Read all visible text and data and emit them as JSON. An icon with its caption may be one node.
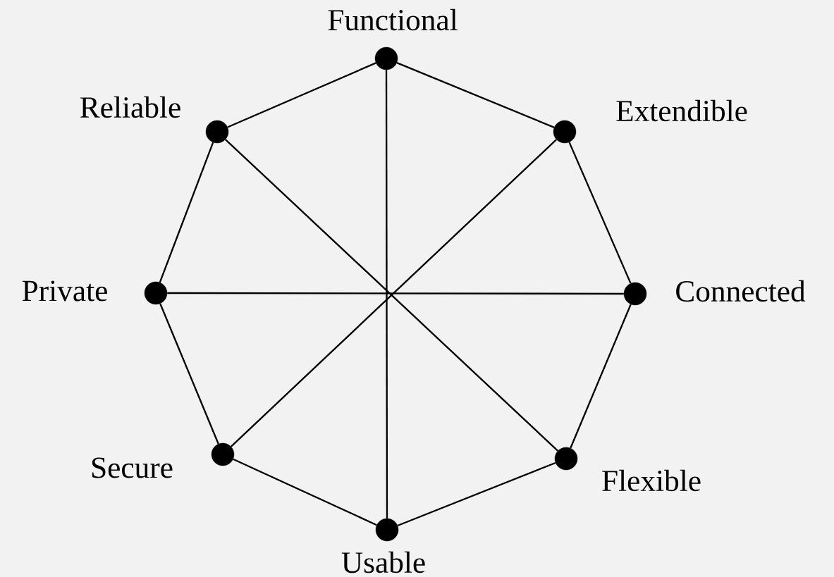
{
  "diagram": {
    "nodes": [
      {
        "text": [],
        "shape": "circle",
        "beside": [
          "Functional"
        ]
      },
      {
        "text": [],
        "shape": "circle",
        "beside": [
          "Extendible"
        ]
      },
      {
        "text": [],
        "shape": "circle",
        "beside": [
          "Connected"
        ]
      },
      {
        "text": [],
        "shape": "circle",
        "beside": [
          "Flexible"
        ]
      },
      {
        "text": [],
        "shape": "circle",
        "beside": [
          "Usable"
        ]
      },
      {
        "text": [],
        "shape": "circle",
        "beside": [
          "Secure"
        ]
      },
      {
        "text": [],
        "shape": "circle",
        "beside": [
          "Private"
        ]
      },
      {
        "text": [],
        "shape": "circle",
        "beside": [
          "Reliable"
        ]
      }
    ],
    "edges": [
      {
        "from": 0,
        "to": 1,
        "arrow": "none"
      },
      {
        "from": 1,
        "to": 2,
        "arrow": "none"
      },
      {
        "from": 2,
        "to": 3,
        "arrow": "none"
      },
      {
        "from": 3,
        "to": 4,
        "arrow": "none"
      },
      {
        "from": 4,
        "to": 5,
        "arrow": "none"
      },
      {
        "from": 5,
        "to": 6,
        "arrow": "none"
      },
      {
        "from": 6,
        "to": 7,
        "arrow": "none"
      },
      {
        "from": 7,
        "to": 0,
        "arrow": "none"
      },
      {
        "from": 0,
        "to": 4,
        "arrow": "none"
      },
      {
        "from": 7,
        "to": 3,
        "arrow": "none"
      },
      {
        "from": 6,
        "to": 2,
        "arrow": "none"
      },
      {
        "from": 1,
        "to": 5,
        "arrow": "none"
      }
    ]
  }
}
